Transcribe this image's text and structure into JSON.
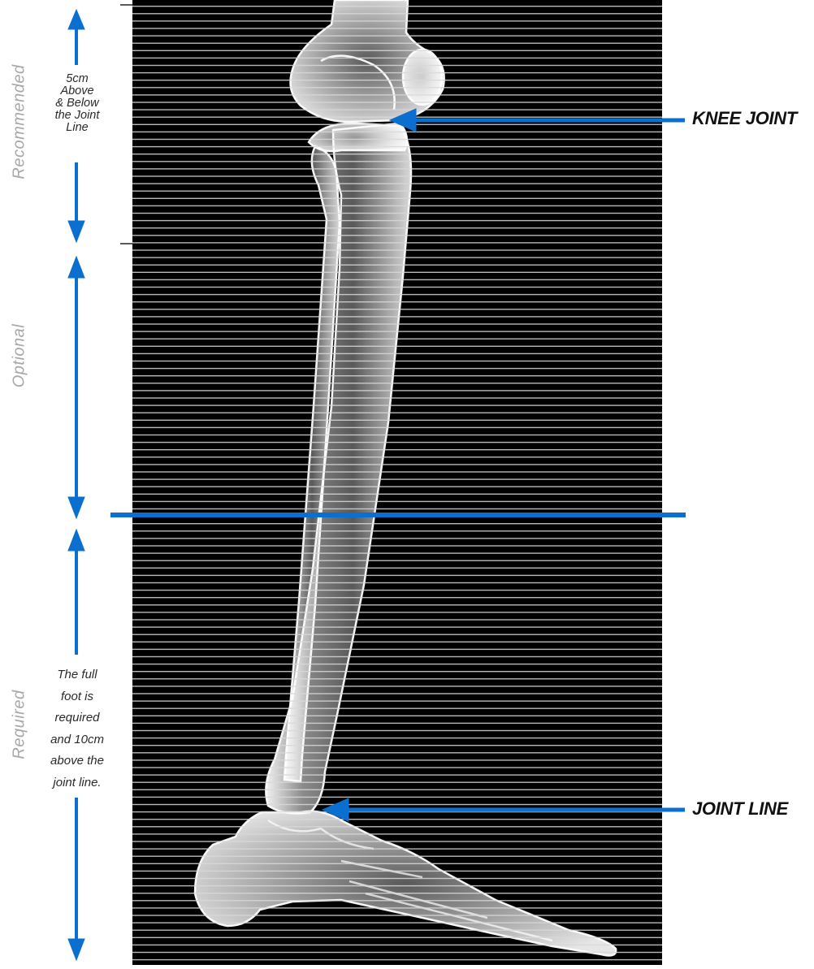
{
  "colors": {
    "accent": "#0a6fcf",
    "panel": "#000000",
    "stripe": "#d8d8d8",
    "bone": "#ffffff",
    "section_label": "#a8a8a8"
  },
  "sections": [
    {
      "label": "Recommended",
      "note": [
        "5cm",
        "Above",
        "& Below",
        "the Joint",
        "Line"
      ]
    },
    {
      "label": "Optional",
      "note": []
    },
    {
      "label": "Required",
      "note": [
        "The full",
        "foot is",
        "required",
        "and 10cm",
        "above the",
        "joint line."
      ]
    }
  ],
  "callouts": {
    "knee": "KNEE JOINT",
    "ankle": "JOINT LINE"
  }
}
